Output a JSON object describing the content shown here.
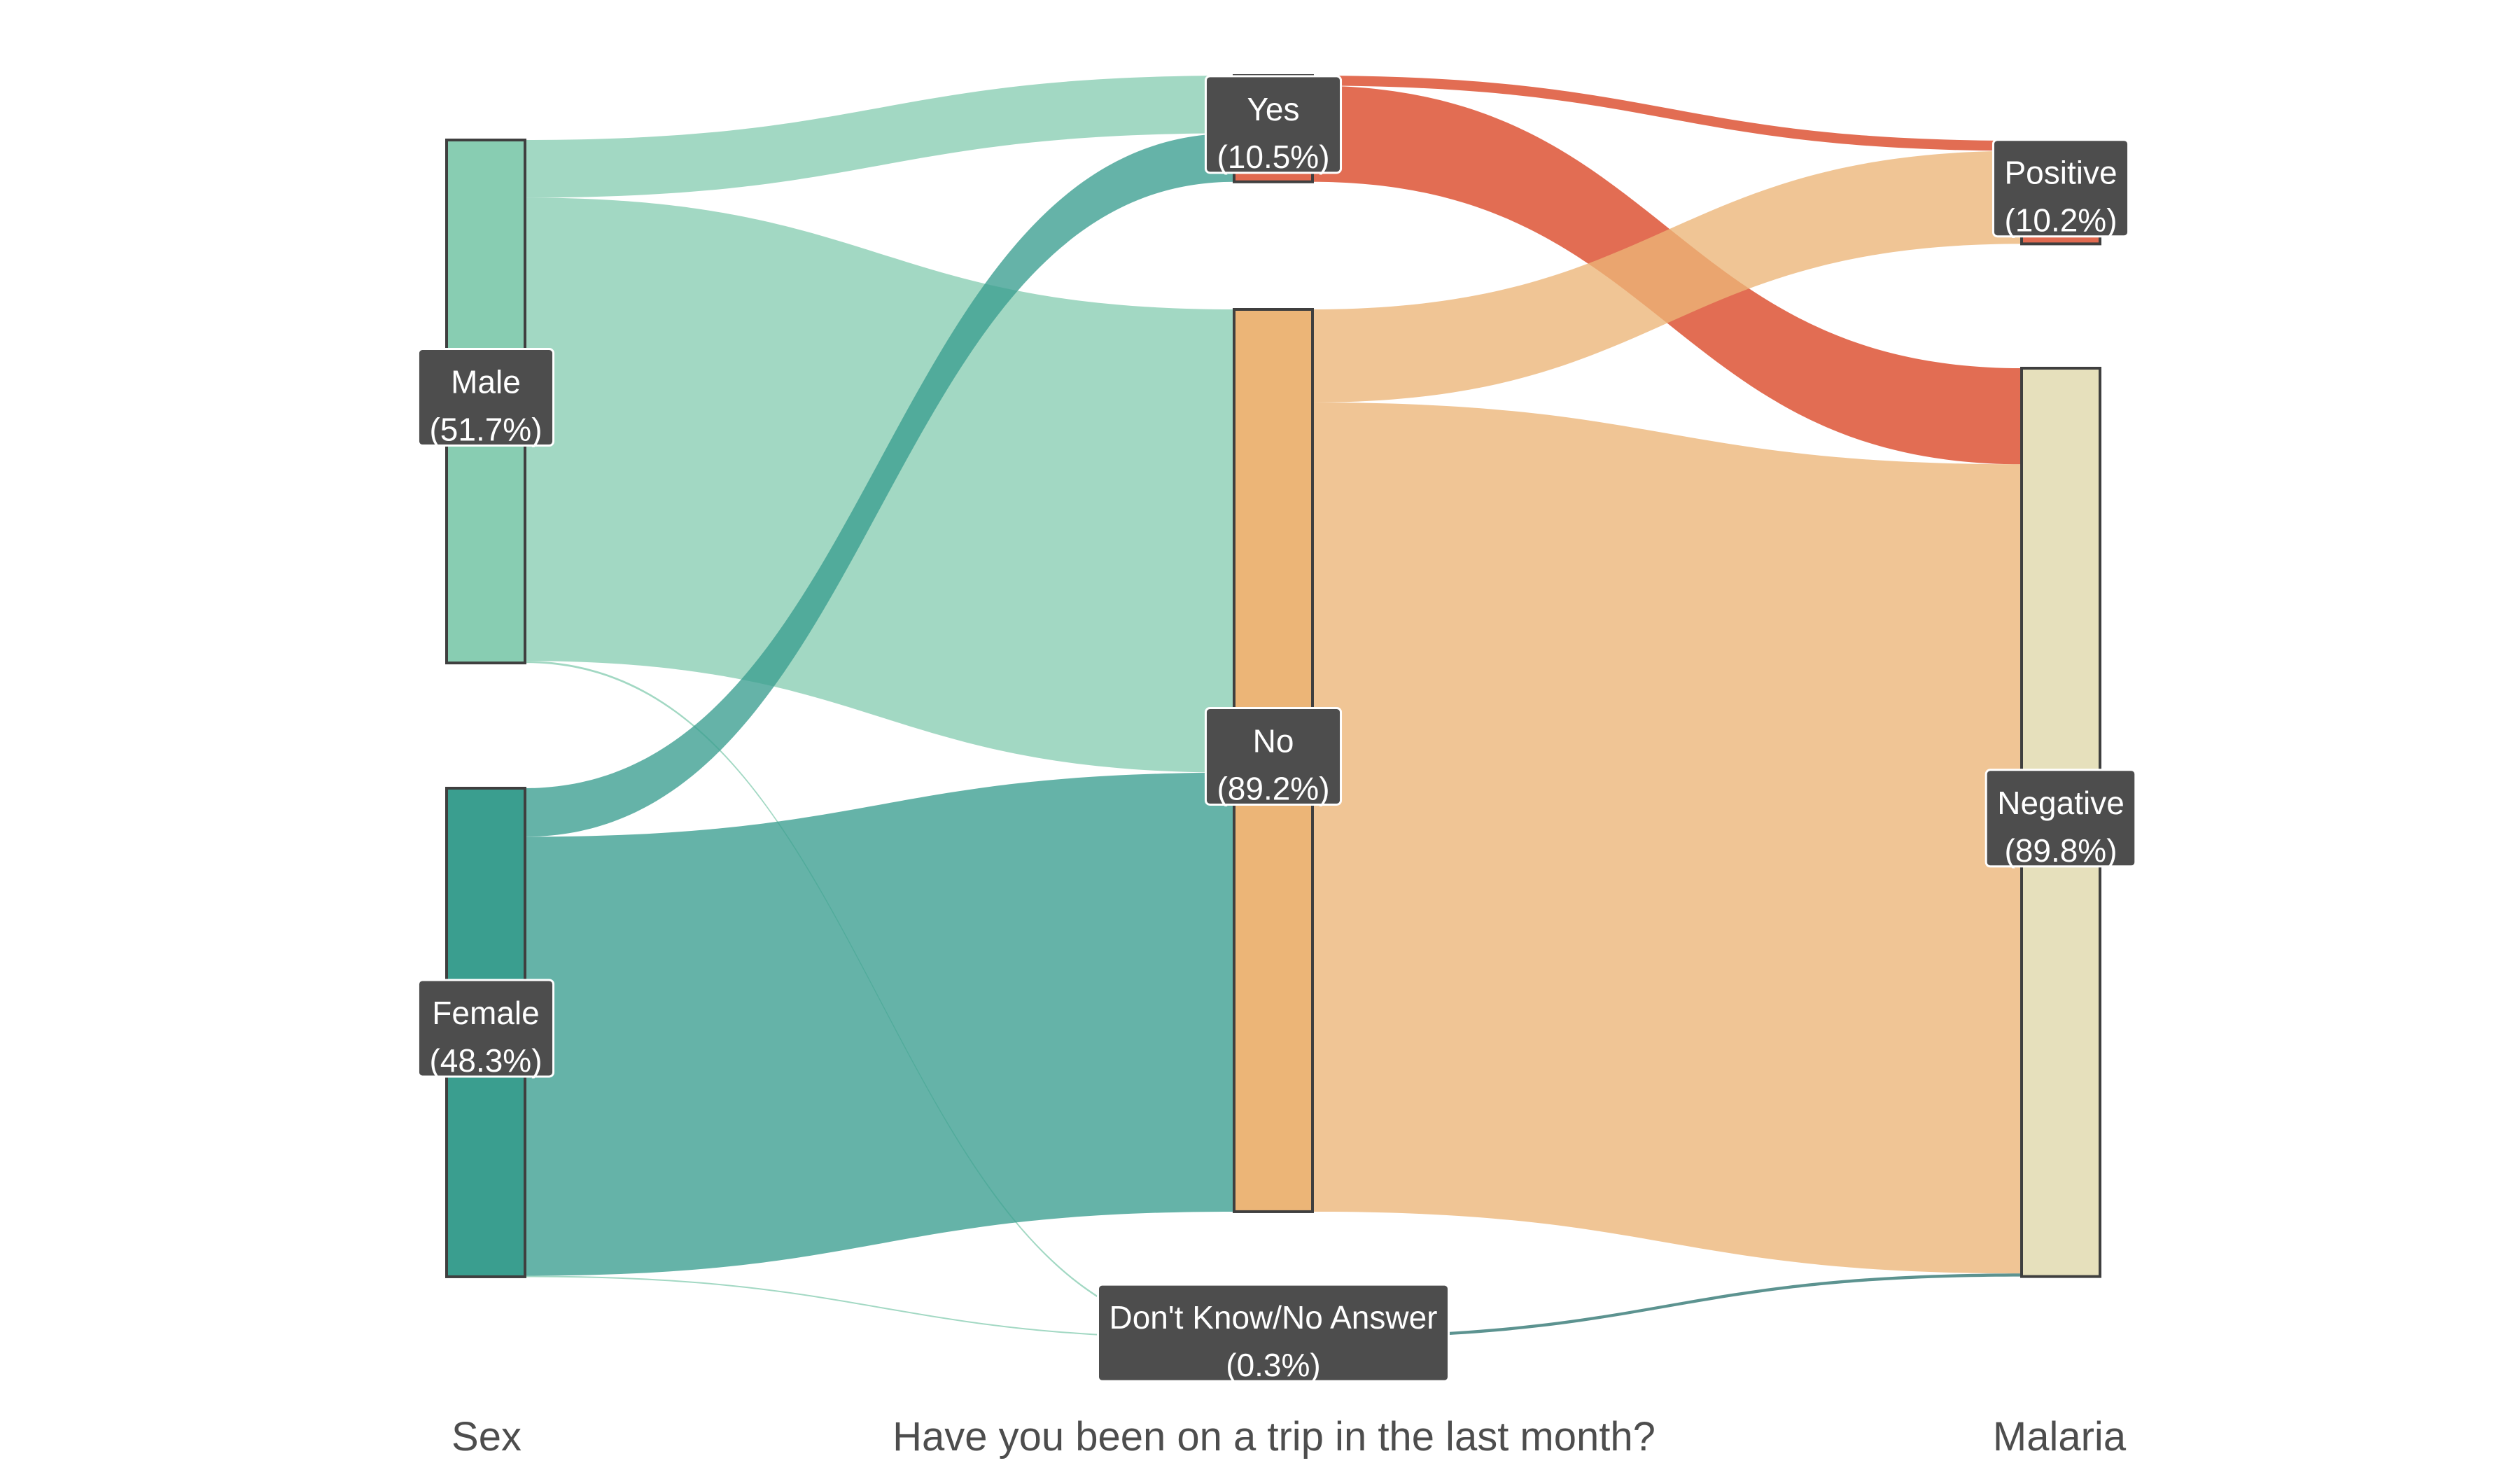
{
  "chart_data": {
    "type": "sankey",
    "stages": [
      "Sex",
      "Have you been on a trip in the last month?",
      "Malaria"
    ],
    "nodes": [
      {
        "id": "male",
        "stage": 0,
        "name": "Male",
        "percent_label": "(51.7%)",
        "value": 51.7,
        "color": "#88cdb2"
      },
      {
        "id": "female",
        "stage": 0,
        "name": "Female",
        "percent_label": "(48.3%)",
        "value": 48.3,
        "color": "#3a9e8f"
      },
      {
        "id": "yes",
        "stage": 1,
        "name": "Yes",
        "percent_label": "(10.5%)",
        "value": 10.5,
        "color": "#e16a50"
      },
      {
        "id": "no",
        "stage": 1,
        "name": "No",
        "percent_label": "(89.2%)",
        "value": 89.2,
        "color": "#ecb577"
      },
      {
        "id": "dk",
        "stage": 1,
        "name": "Don't Know/No Answer",
        "percent_label": "(0.3%)",
        "value": 0.3,
        "color": "#4d4d4d"
      },
      {
        "id": "pos",
        "stage": 2,
        "name": "Positive",
        "percent_label": "(10.2%)",
        "value": 10.2,
        "color": "#e16a50"
      },
      {
        "id": "neg",
        "stage": 2,
        "name": "Negative",
        "percent_label": "(89.8%)",
        "value": 89.8,
        "color": "#e6e0bc"
      }
    ],
    "links": [
      {
        "source": "male",
        "target": "yes",
        "value": 5.7,
        "color": "#88cdb2"
      },
      {
        "source": "male",
        "target": "no",
        "value": 45.8,
        "color": "#88cdb2"
      },
      {
        "source": "male",
        "target": "dk",
        "value": 0.2,
        "color": "#88cdb2"
      },
      {
        "source": "female",
        "target": "yes",
        "value": 4.8,
        "color": "#3a9e8f"
      },
      {
        "source": "female",
        "target": "no",
        "value": 43.4,
        "color": "#3a9e8f"
      },
      {
        "source": "female",
        "target": "dk",
        "value": 0.1,
        "color": "#88cdb2"
      },
      {
        "source": "yes",
        "target": "pos",
        "value": 1.0,
        "color": "#e16a50"
      },
      {
        "source": "yes",
        "target": "neg",
        "value": 9.5,
        "color": "#e16a50"
      },
      {
        "source": "no",
        "target": "pos",
        "value": 9.2,
        "color": "#ecb577"
      },
      {
        "source": "no",
        "target": "neg",
        "value": 80.0,
        "color": "#ecb577"
      },
      {
        "source": "dk",
        "target": "neg",
        "value": 0.3,
        "color": "#2e7471"
      }
    ]
  }
}
